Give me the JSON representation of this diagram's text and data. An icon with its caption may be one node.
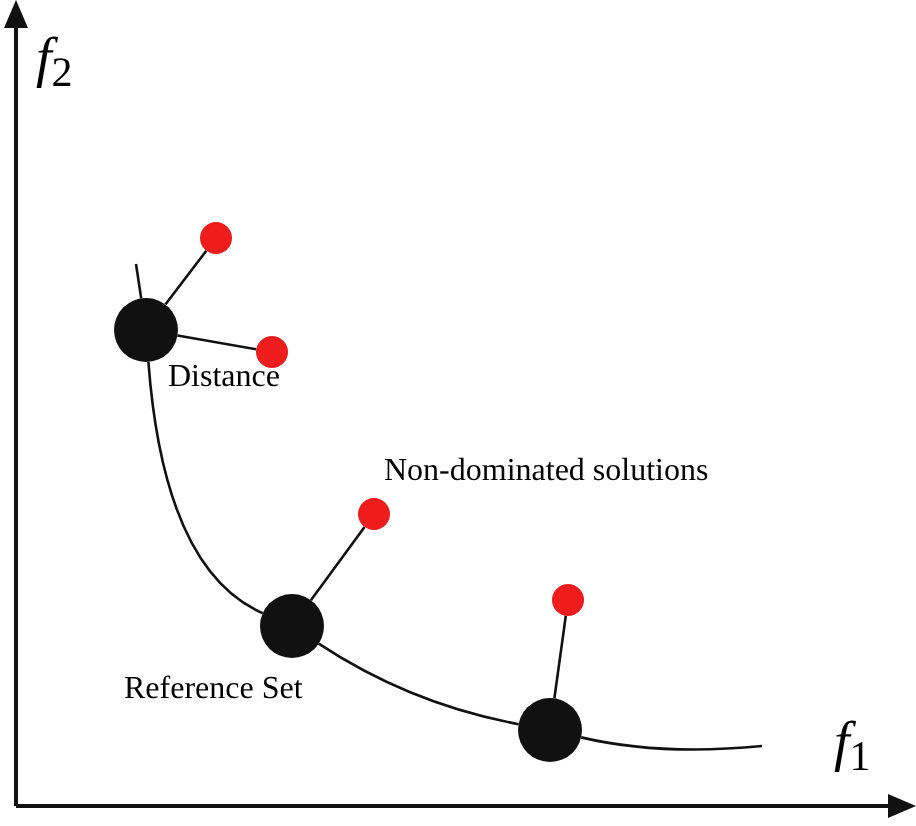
{
  "diagram": {
    "nodes": [
      {
        "text": [],
        "shape": "circle"
      },
      {
        "text": [],
        "shape": "circle"
      },
      {
        "text": [],
        "shape": "circle"
      },
      {
        "text": [],
        "shape": "circle"
      },
      {
        "text": [],
        "shape": "circle"
      },
      {
        "text": [],
        "shape": "circle"
      },
      {
        "text": [],
        "shape": "circle"
      }
    ],
    "edges": [
      {
        "from": null,
        "to": 0,
        "arrow": "none"
      },
      {
        "from": 0,
        "to": 1,
        "arrow": "none"
      },
      {
        "from": 0,
        "to": 2,
        "arrow": "none"
      },
      {
        "from": 0,
        "to": 3,
        "arrow": "none"
      },
      {
        "from": 3,
        "to": 4,
        "arrow": "none"
      },
      {
        "from": 3,
        "to": 5,
        "arrow": "none"
      },
      {
        "from": 5,
        "to": 6,
        "arrow": "none"
      },
      {
        "from": 5,
        "to": null,
        "arrow": "none"
      }
    ],
    "labels": [
      "*f*$_{2}$",
      "Distance",
      "Non-dominated solutions",
      "Reference Set",
      "*f*$_{1}$"
    ]
  }
}
